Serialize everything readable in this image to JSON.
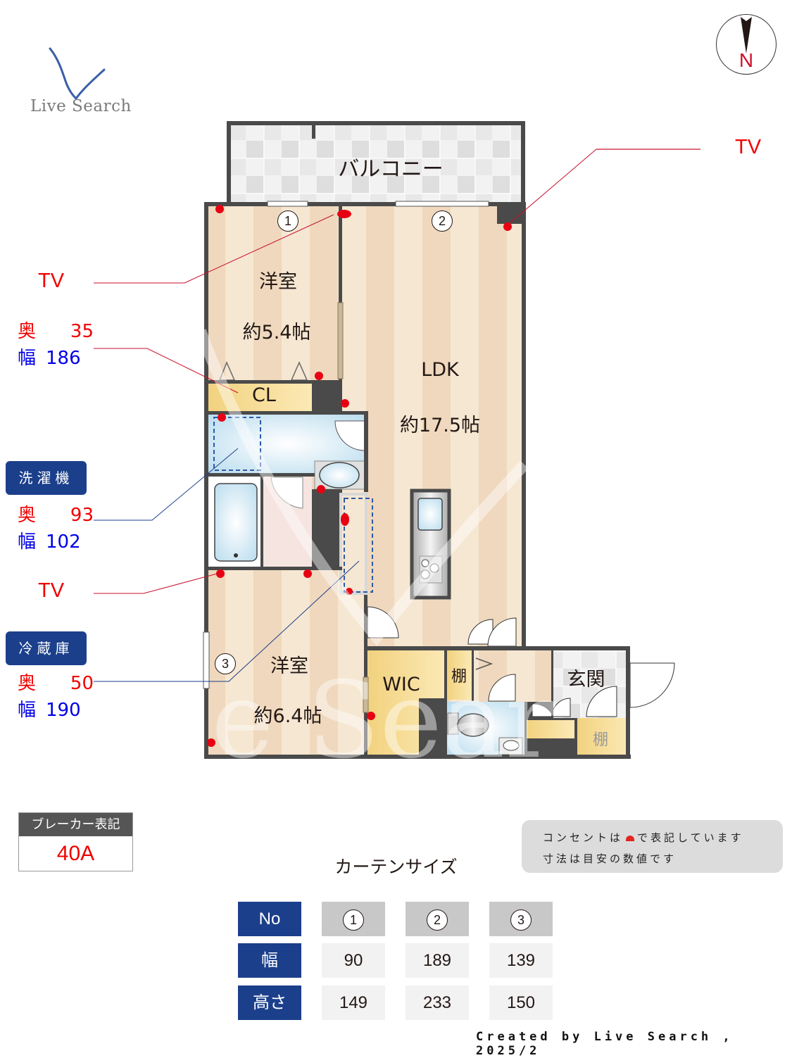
{
  "logo": {
    "brand": "Live Search",
    "icon": "v-swoosh-icon",
    "color": "#3a5fa8"
  },
  "compass": {
    "label": "N",
    "icon": "north-arrow-icon"
  },
  "floorplan": {
    "rooms": {
      "balcony": "バルコニー",
      "western_room_1": {
        "name": "洋室",
        "size": "約5.4帖"
      },
      "ldk": {
        "name": "LDK",
        "size": "約17.5帖"
      },
      "western_room_2": {
        "name": "洋室",
        "size": "約6.4帖"
      },
      "closet": "CL",
      "wic": "WIC",
      "shelf_1": "棚",
      "shelf_2": "棚",
      "entrance": "玄関"
    },
    "window_markers": [
      "1",
      "2",
      "3"
    ],
    "outlet_color": "#e60012"
  },
  "callouts": {
    "tv_top_right": "TV",
    "tv_left_1": "TV",
    "closet_dims": {
      "depth_label": "奥",
      "depth": "35",
      "width_label": "幅",
      "width": "186"
    },
    "washer": {
      "tag": "洗濯機",
      "depth_label": "奥",
      "depth": "93",
      "width_label": "幅",
      "width": "102"
    },
    "tv_left_2": "TV",
    "fridge": {
      "tag": "冷蔵庫",
      "depth_label": "奥",
      "depth": "50",
      "width_label": "幅",
      "width": "190"
    }
  },
  "breaker": {
    "title": "ブレーカー表記",
    "value": "40A"
  },
  "note": {
    "line1_before": "コンセントは",
    "line1_after": "で表記しています",
    "line2": "寸法は目安の数値です"
  },
  "curtain": {
    "title": "カーテンサイズ",
    "row_headers": [
      "No",
      "幅",
      "高さ"
    ],
    "columns": [
      {
        "no": "1",
        "width": "90",
        "height": "149"
      },
      {
        "no": "2",
        "width": "189",
        "height": "233"
      },
      {
        "no": "3",
        "width": "139",
        "height": "150"
      }
    ]
  },
  "footer": {
    "credit": "Created by Live Search , 2025/2"
  }
}
